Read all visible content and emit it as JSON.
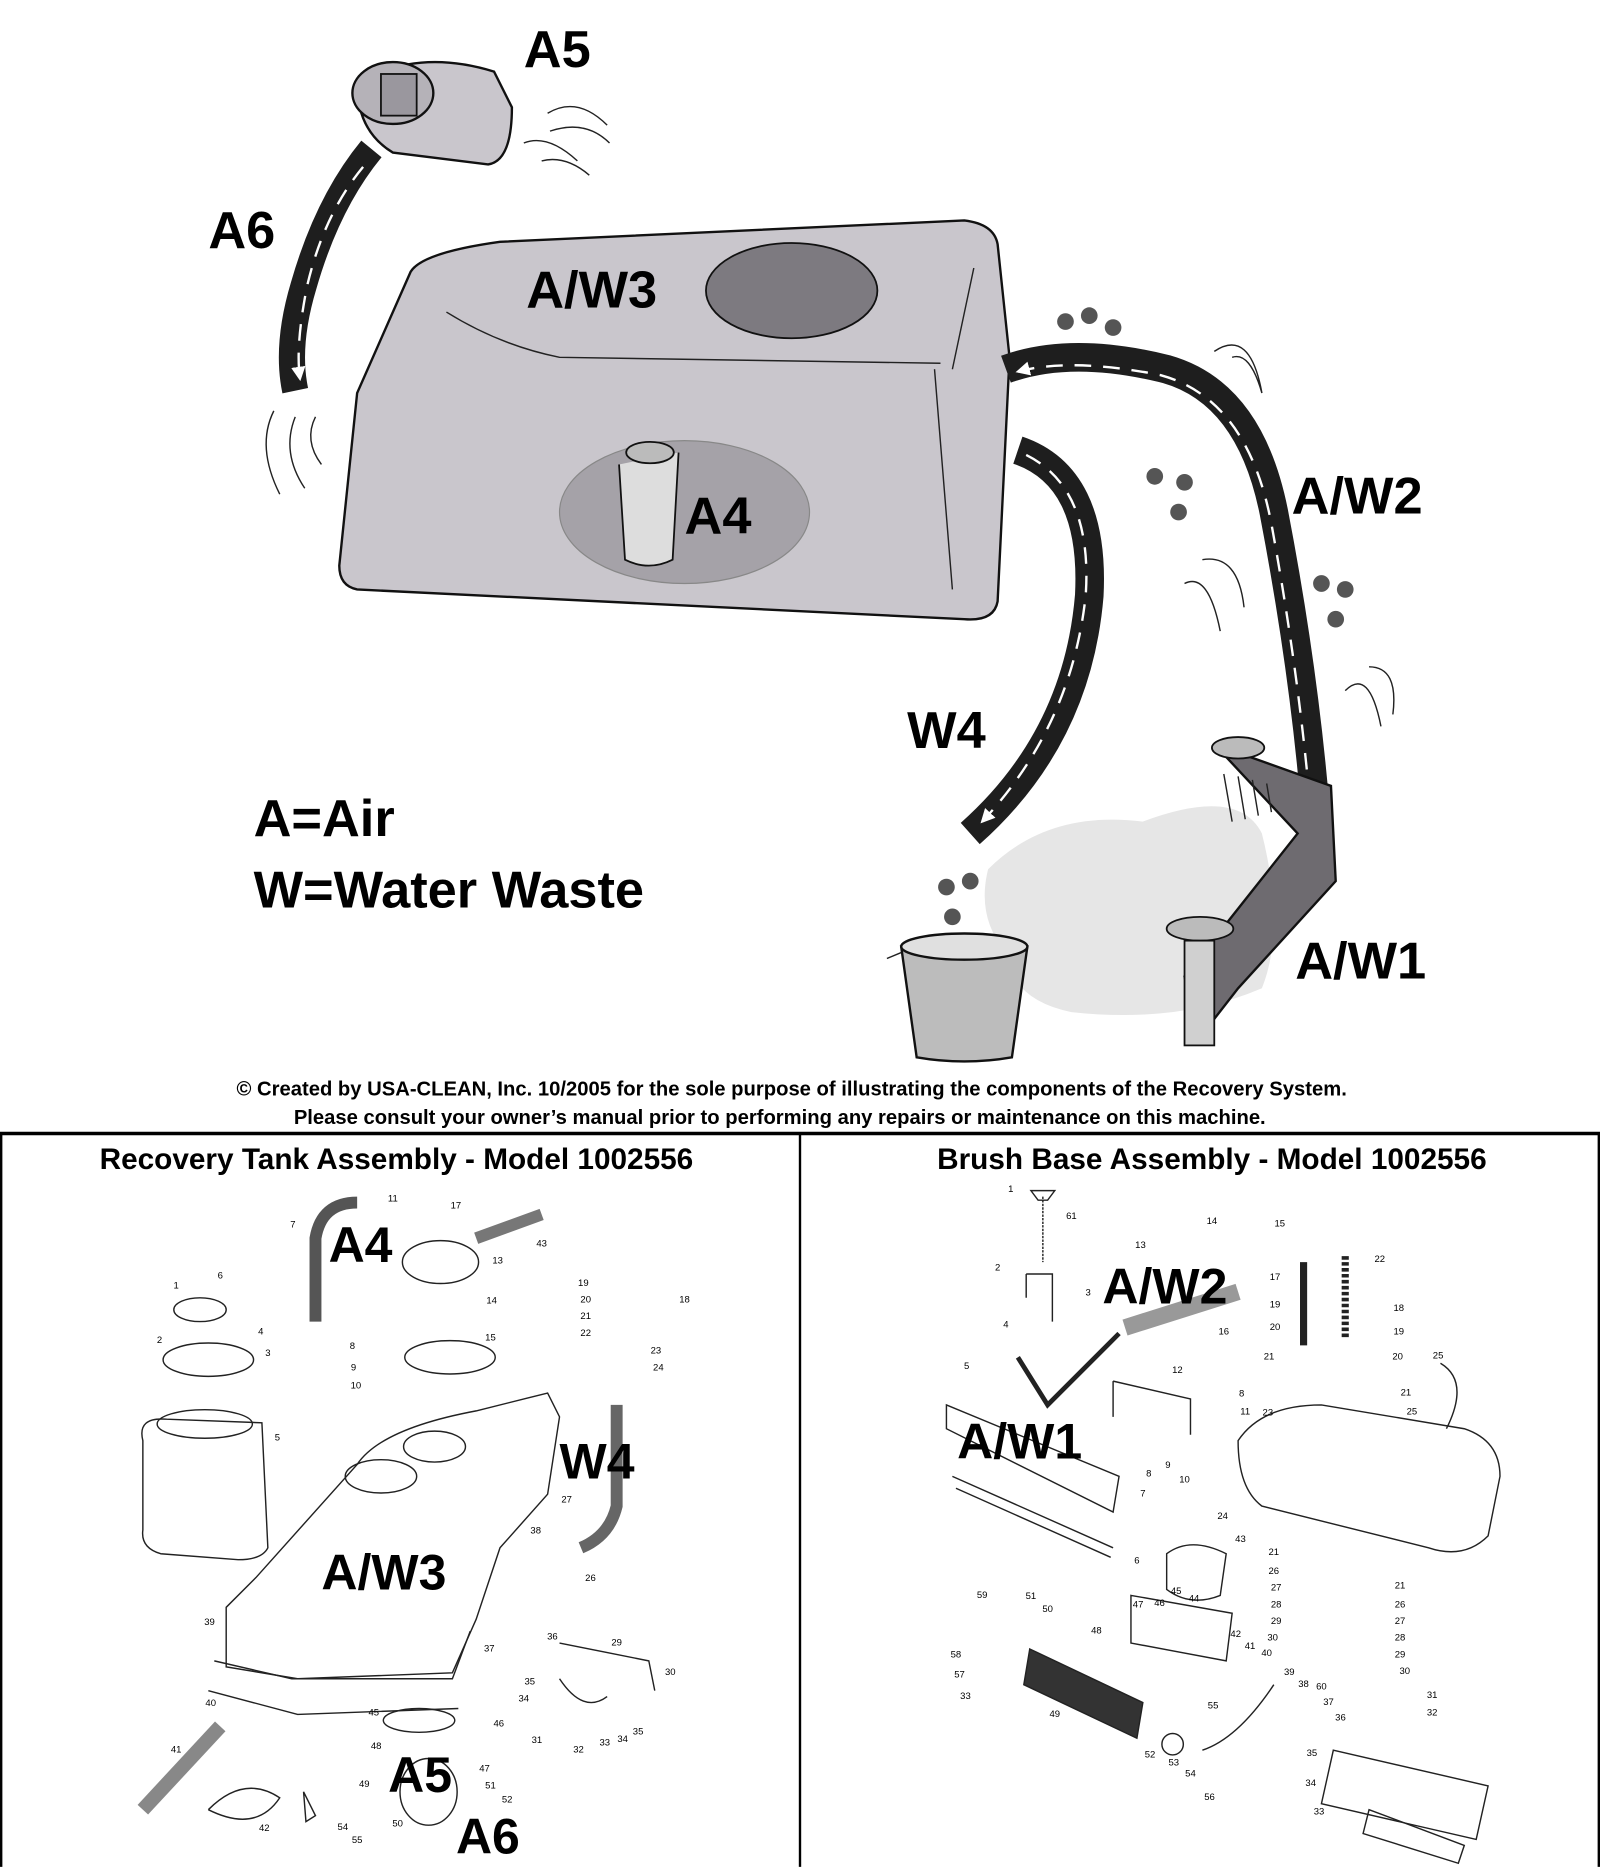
{
  "illustration": {
    "labels": {
      "a5": "A5",
      "a6": "A6",
      "aw3": "A/W3",
      "a4": "A4",
      "aw2": "A/W2",
      "w4": "W4",
      "aw1": "A/W1"
    },
    "legend": {
      "air": "A=Air",
      "water": "W=Water Waste"
    },
    "colors": {
      "tank": "#c9c6cc",
      "hose": "#1e1e1e",
      "flow_arrow": "#ffffff",
      "droplet": "#555555"
    }
  },
  "notice": {
    "line1": "© Created by USA-CLEAN, Inc. 10/2005 for the sole purpose of illustrating the components of the Recovery System.",
    "line2": "Please consult your owner’s manual prior to performing any repairs or maintenance on this machine."
  },
  "recovery_tank": {
    "title": "Recovery Tank Assembly - Model 1002556",
    "overlay_labels": [
      "A4",
      "W4",
      "A/W3",
      "A5",
      "A6"
    ],
    "part_numbers": [
      "1",
      "6",
      "4",
      "2",
      "3",
      "5",
      "7",
      "11",
      "17",
      "43",
      "13",
      "14",
      "8",
      "9",
      "10",
      "15",
      "19",
      "20",
      "21",
      "22",
      "18",
      "23",
      "24",
      "27",
      "26",
      "38",
      "39",
      "37",
      "40",
      "36",
      "29",
      "30",
      "35",
      "34",
      "31",
      "32",
      "33",
      "34",
      "35",
      "45",
      "46",
      "48",
      "47",
      "49",
      "51",
      "52",
      "50",
      "41",
      "42",
      "54",
      "55"
    ]
  },
  "brush_base": {
    "title": "Brush Base Assembly - Model 1002556",
    "overlay_labels": [
      "A/W2",
      "A/W1"
    ],
    "part_numbers": [
      "1",
      "61",
      "14",
      "15",
      "13",
      "22",
      "2",
      "17",
      "3",
      "18",
      "4",
      "16",
      "19",
      "20",
      "19",
      "21",
      "20",
      "12",
      "25",
      "5",
      "21",
      "8",
      "11",
      "23",
      "25",
      "9",
      "10",
      "8",
      "7",
      "24",
      "6",
      "43",
      "21",
      "26",
      "27",
      "28",
      "29",
      "30",
      "21",
      "26",
      "27",
      "28",
      "29",
      "30",
      "59",
      "51",
      "50",
      "45",
      "44",
      "46",
      "47",
      "48",
      "42",
      "41",
      "40",
      "58",
      "57",
      "33",
      "39",
      "38",
      "60",
      "37",
      "36",
      "31",
      "32",
      "49",
      "55",
      "52",
      "53",
      "54",
      "35",
      "34",
      "56",
      "33"
    ]
  }
}
